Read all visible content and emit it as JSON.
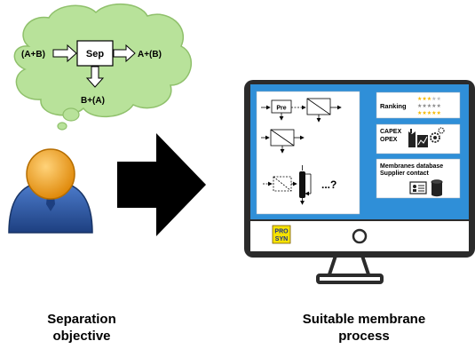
{
  "thought": {
    "input": "(A+B)",
    "separator": "Sep",
    "output_right": "A+(B)",
    "output_bottom": "B+(A)"
  },
  "screen": {
    "process_panel": {
      "pre_label": "Pre",
      "more_label": "...?"
    },
    "ranking_panel": {
      "label": "Ranking"
    },
    "cost_panel": {
      "capex": "CAPEX",
      "opex": "OPEX"
    },
    "database_panel": {
      "line1": "Membranes database",
      "line2": "Supplier contact"
    },
    "logo": {
      "line1": "PRO",
      "line2": "SYN"
    }
  },
  "captions": {
    "left_line1": "Separation",
    "left_line2": "objective",
    "right_line1": "Suitable membrane",
    "right_line2": "process"
  },
  "colors": {
    "cloud": "#b8e29a",
    "cloud_stroke": "#8fc06b",
    "monitor_frame": "#2b2b2b",
    "screen_bg": "#2f8fd8",
    "panel": "#ffffff",
    "star": "#f5b800",
    "user_head": "#f0a21e",
    "user_body": "#2b5aa8",
    "logo_bg": "#f6e200"
  }
}
